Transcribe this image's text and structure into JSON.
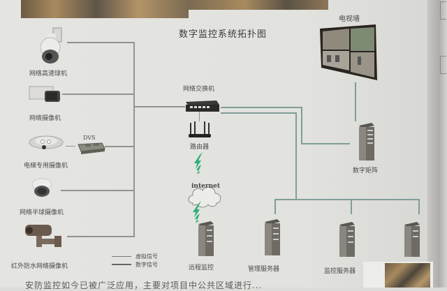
{
  "diagram": {
    "title": "数字监控系统拓扑图",
    "cameras": [
      {
        "label": "网络高速球机",
        "icon": "ptz-dome-camera-icon"
      },
      {
        "label": "网络摄像机",
        "icon": "box-camera-icon"
      },
      {
        "label": "电梯专用摄像机",
        "icon": "elevator-camera-icon"
      },
      {
        "label": "网络半球摄像机",
        "icon": "mini-dome-camera-icon"
      },
      {
        "label": "红外防水网络摄像机",
        "icon": "ir-bullet-camera-icon"
      }
    ],
    "dvs": {
      "label": "DVS",
      "icon": "dvs-encoder-icon"
    },
    "switch": {
      "label": "网络交换机",
      "icon": "network-switch-icon"
    },
    "router": {
      "label": "路由器",
      "icon": "router-icon"
    },
    "internet": {
      "label": "internet",
      "icon": "cloud-icon"
    },
    "video_wall": {
      "label": "电视墙",
      "icon": "video-wall-icon"
    },
    "matrix": {
      "label": "数字矩阵",
      "icon": "server-rack-icon"
    },
    "servers": [
      {
        "label": "远程监控",
        "icon": "server-rack-icon"
      },
      {
        "label": "管理服务器",
        "icon": "server-rack-icon"
      },
      {
        "label": "监控服务器",
        "icon": "server-rack-icon"
      },
      {
        "label": "",
        "icon": "server-rack-icon"
      }
    ],
    "legend": [
      {
        "label": "虚拟信号",
        "color": "#777777"
      },
      {
        "label": "数字信号",
        "color": "#777777"
      }
    ],
    "colors": {
      "analog_line": "#8e9594",
      "digital_line": "#7f9e98",
      "wireless_bolt": "#2fae7a"
    }
  },
  "footer": {
    "text": "安防监控如今已被广泛应用，主要对项目中公共区域进行..."
  }
}
